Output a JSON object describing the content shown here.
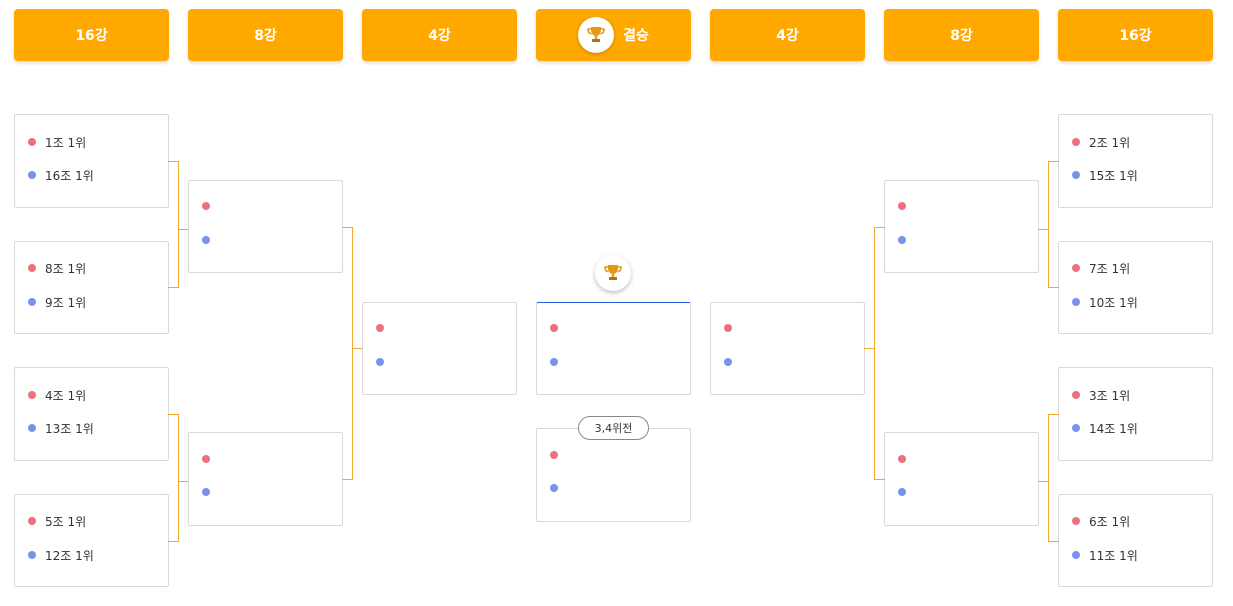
{
  "headers": {
    "left_r16": "16강",
    "left_qf": "8강",
    "left_sf": "4강",
    "final": "결승",
    "right_sf": "4강",
    "right_qf": "8강",
    "right_r16": "16강"
  },
  "third_place_label": "3,4위전",
  "icons": {
    "trophy": "trophy-icon"
  },
  "colors": {
    "header": "#ffa800",
    "connector": "#f0a830",
    "team_a_dot": "#ef6f7e",
    "team_b_dot": "#7b91ee",
    "final_accent": "#2b5fd9"
  },
  "left_round16": [
    {
      "a": "1조 1위",
      "b": "16조 1위"
    },
    {
      "a": "8조 1위",
      "b": "9조 1위"
    },
    {
      "a": "4조 1위",
      "b": "13조 1위"
    },
    {
      "a": "5조 1위",
      "b": "12조 1위"
    }
  ],
  "right_round16": [
    {
      "a": "2조 1위",
      "b": "15조 1위"
    },
    {
      "a": "7조 1위",
      "b": "10조 1위"
    },
    {
      "a": "3조 1위",
      "b": "14조 1위"
    },
    {
      "a": "6조 1위",
      "b": "11조 1위"
    }
  ]
}
